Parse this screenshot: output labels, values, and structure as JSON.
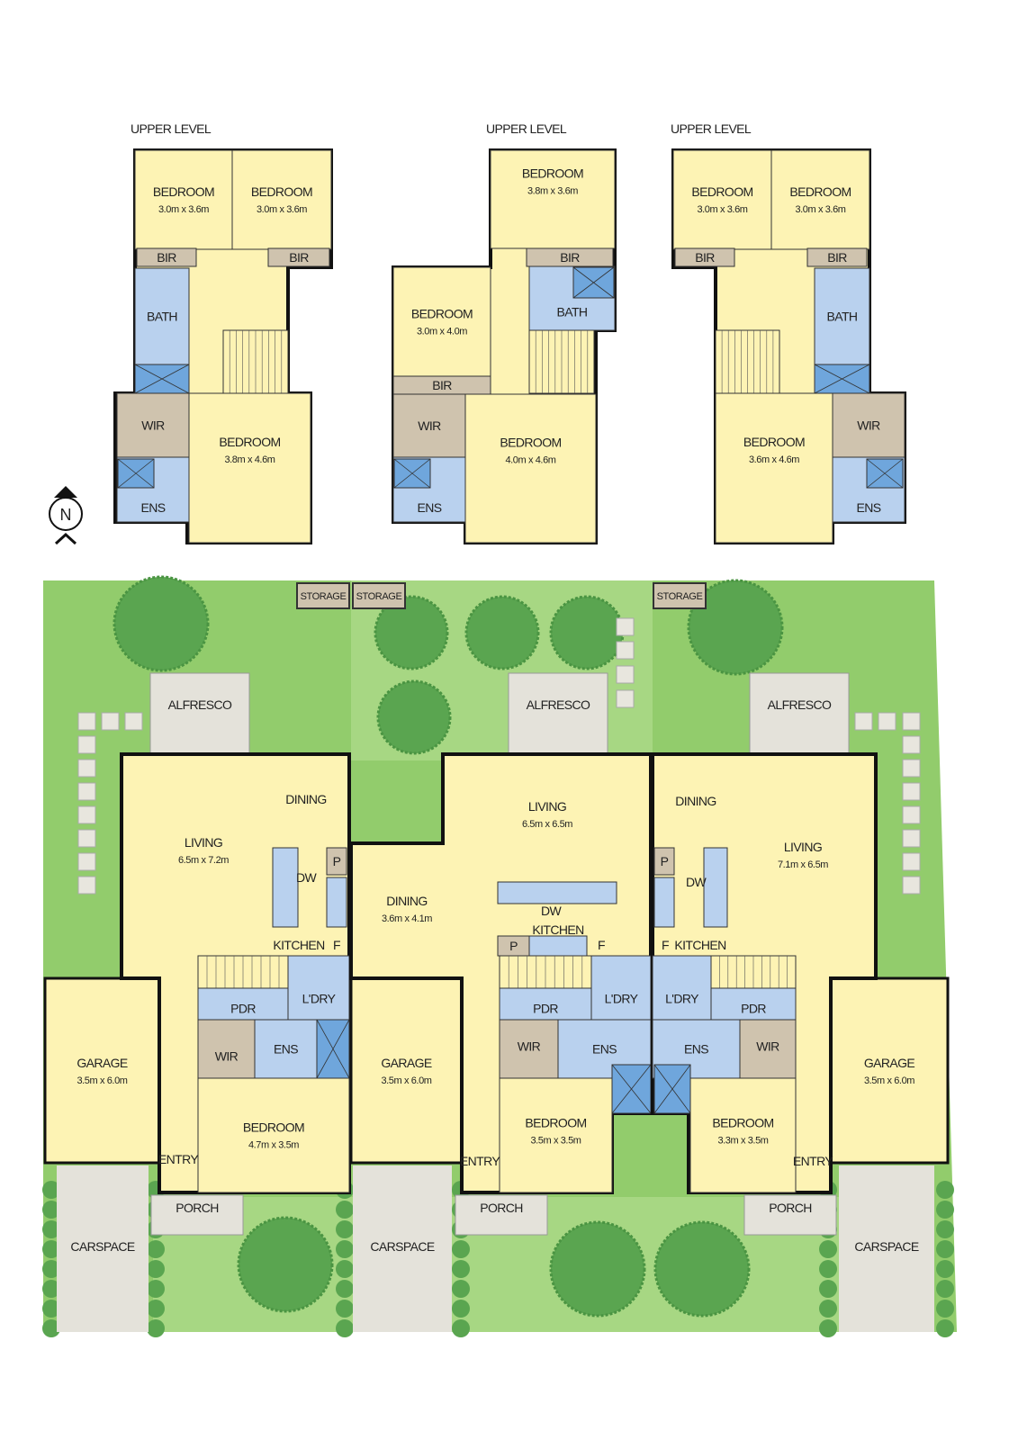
{
  "colors": {
    "room": "#fdf3b4",
    "wet": "#b9d1ee",
    "shower": "#6fa6dc",
    "storage": "#cfc3ae",
    "lawn": "#92cc6c",
    "lawn_light": "#a7d783",
    "tree": "#5aa550",
    "paving": "#e4e2da",
    "wall": "#111111"
  },
  "north_label": "N",
  "upper_levels": [
    {
      "title": "UPPER LEVEL",
      "rooms": [
        {
          "label": "BEDROOM",
          "size": "3.0m x 3.6m"
        },
        {
          "label": "BEDROOM",
          "size": "3.0m x 3.6m"
        },
        {
          "label": "BIR"
        },
        {
          "label": "BIR"
        },
        {
          "label": "BATH"
        },
        {
          "label": "WIR"
        },
        {
          "label": "ENS"
        },
        {
          "label": "BEDROOM",
          "size": "3.8m x 4.6m"
        }
      ]
    },
    {
      "title": "UPPER LEVEL",
      "rooms": [
        {
          "label": "BEDROOM",
          "size": "3.8m x 3.6m"
        },
        {
          "label": "BIR"
        },
        {
          "label": "BATH"
        },
        {
          "label": "BEDROOM",
          "size": "3.0m x 4.0m"
        },
        {
          "label": "BIR"
        },
        {
          "label": "WIR"
        },
        {
          "label": "ENS"
        },
        {
          "label": "BEDROOM",
          "size": "4.0m x 4.6m"
        }
      ]
    },
    {
      "title": "UPPER LEVEL",
      "rooms": [
        {
          "label": "BEDROOM",
          "size": "3.0m x 3.6m"
        },
        {
          "label": "BEDROOM",
          "size": "3.0m x 3.6m"
        },
        {
          "label": "BIR"
        },
        {
          "label": "BIR"
        },
        {
          "label": "BATH"
        },
        {
          "label": "WIR"
        },
        {
          "label": "ENS"
        },
        {
          "label": "BEDROOM",
          "size": "3.6m x 4.6m"
        }
      ]
    }
  ],
  "ground": {
    "storage": [
      "STORAGE",
      "STORAGE",
      "STORAGE"
    ],
    "units": [
      {
        "rooms": [
          {
            "label": "ALFRESCO"
          },
          {
            "label": "DINING"
          },
          {
            "label": "LIVING",
            "size": "6.5m x 7.2m"
          },
          {
            "label": "KITCHEN"
          },
          {
            "label": "P"
          },
          {
            "label": "F"
          },
          {
            "label": "DW"
          },
          {
            "label": "PDR"
          },
          {
            "label": "L'DRY"
          },
          {
            "label": "WIR"
          },
          {
            "label": "ENS"
          },
          {
            "label": "GARAGE",
            "size": "3.5m x 6.0m"
          },
          {
            "label": "BEDROOM",
            "size": "4.7m x 3.5m"
          },
          {
            "label": "ENTRY"
          },
          {
            "label": "PORCH"
          },
          {
            "label": "CARSPACE"
          }
        ]
      },
      {
        "rooms": [
          {
            "label": "ALFRESCO"
          },
          {
            "label": "LIVING",
            "size": "6.5m x 6.5m"
          },
          {
            "label": "DINING",
            "size": "3.6m x 4.1m"
          },
          {
            "label": "KITCHEN"
          },
          {
            "label": "P"
          },
          {
            "label": "F"
          },
          {
            "label": "DW"
          },
          {
            "label": "PDR"
          },
          {
            "label": "L'DRY"
          },
          {
            "label": "WIR"
          },
          {
            "label": "ENS"
          },
          {
            "label": "GARAGE",
            "size": "3.5m x 6.0m"
          },
          {
            "label": "BEDROOM",
            "size": "3.5m x 3.5m"
          },
          {
            "label": "ENTRY"
          },
          {
            "label": "PORCH"
          },
          {
            "label": "CARSPACE"
          }
        ]
      },
      {
        "rooms": [
          {
            "label": "ALFRESCO"
          },
          {
            "label": "DINING"
          },
          {
            "label": "LIVING",
            "size": "7.1m x 6.5m"
          },
          {
            "label": "KITCHEN"
          },
          {
            "label": "P"
          },
          {
            "label": "F"
          },
          {
            "label": "DW"
          },
          {
            "label": "PDR"
          },
          {
            "label": "L'DRY"
          },
          {
            "label": "WIR"
          },
          {
            "label": "ENS"
          },
          {
            "label": "GARAGE",
            "size": "3.5m x 6.0m"
          },
          {
            "label": "BEDROOM",
            "size": "3.3m x 3.5m"
          },
          {
            "label": "ENTRY"
          },
          {
            "label": "PORCH"
          },
          {
            "label": "CARSPACE"
          }
        ]
      }
    ]
  }
}
